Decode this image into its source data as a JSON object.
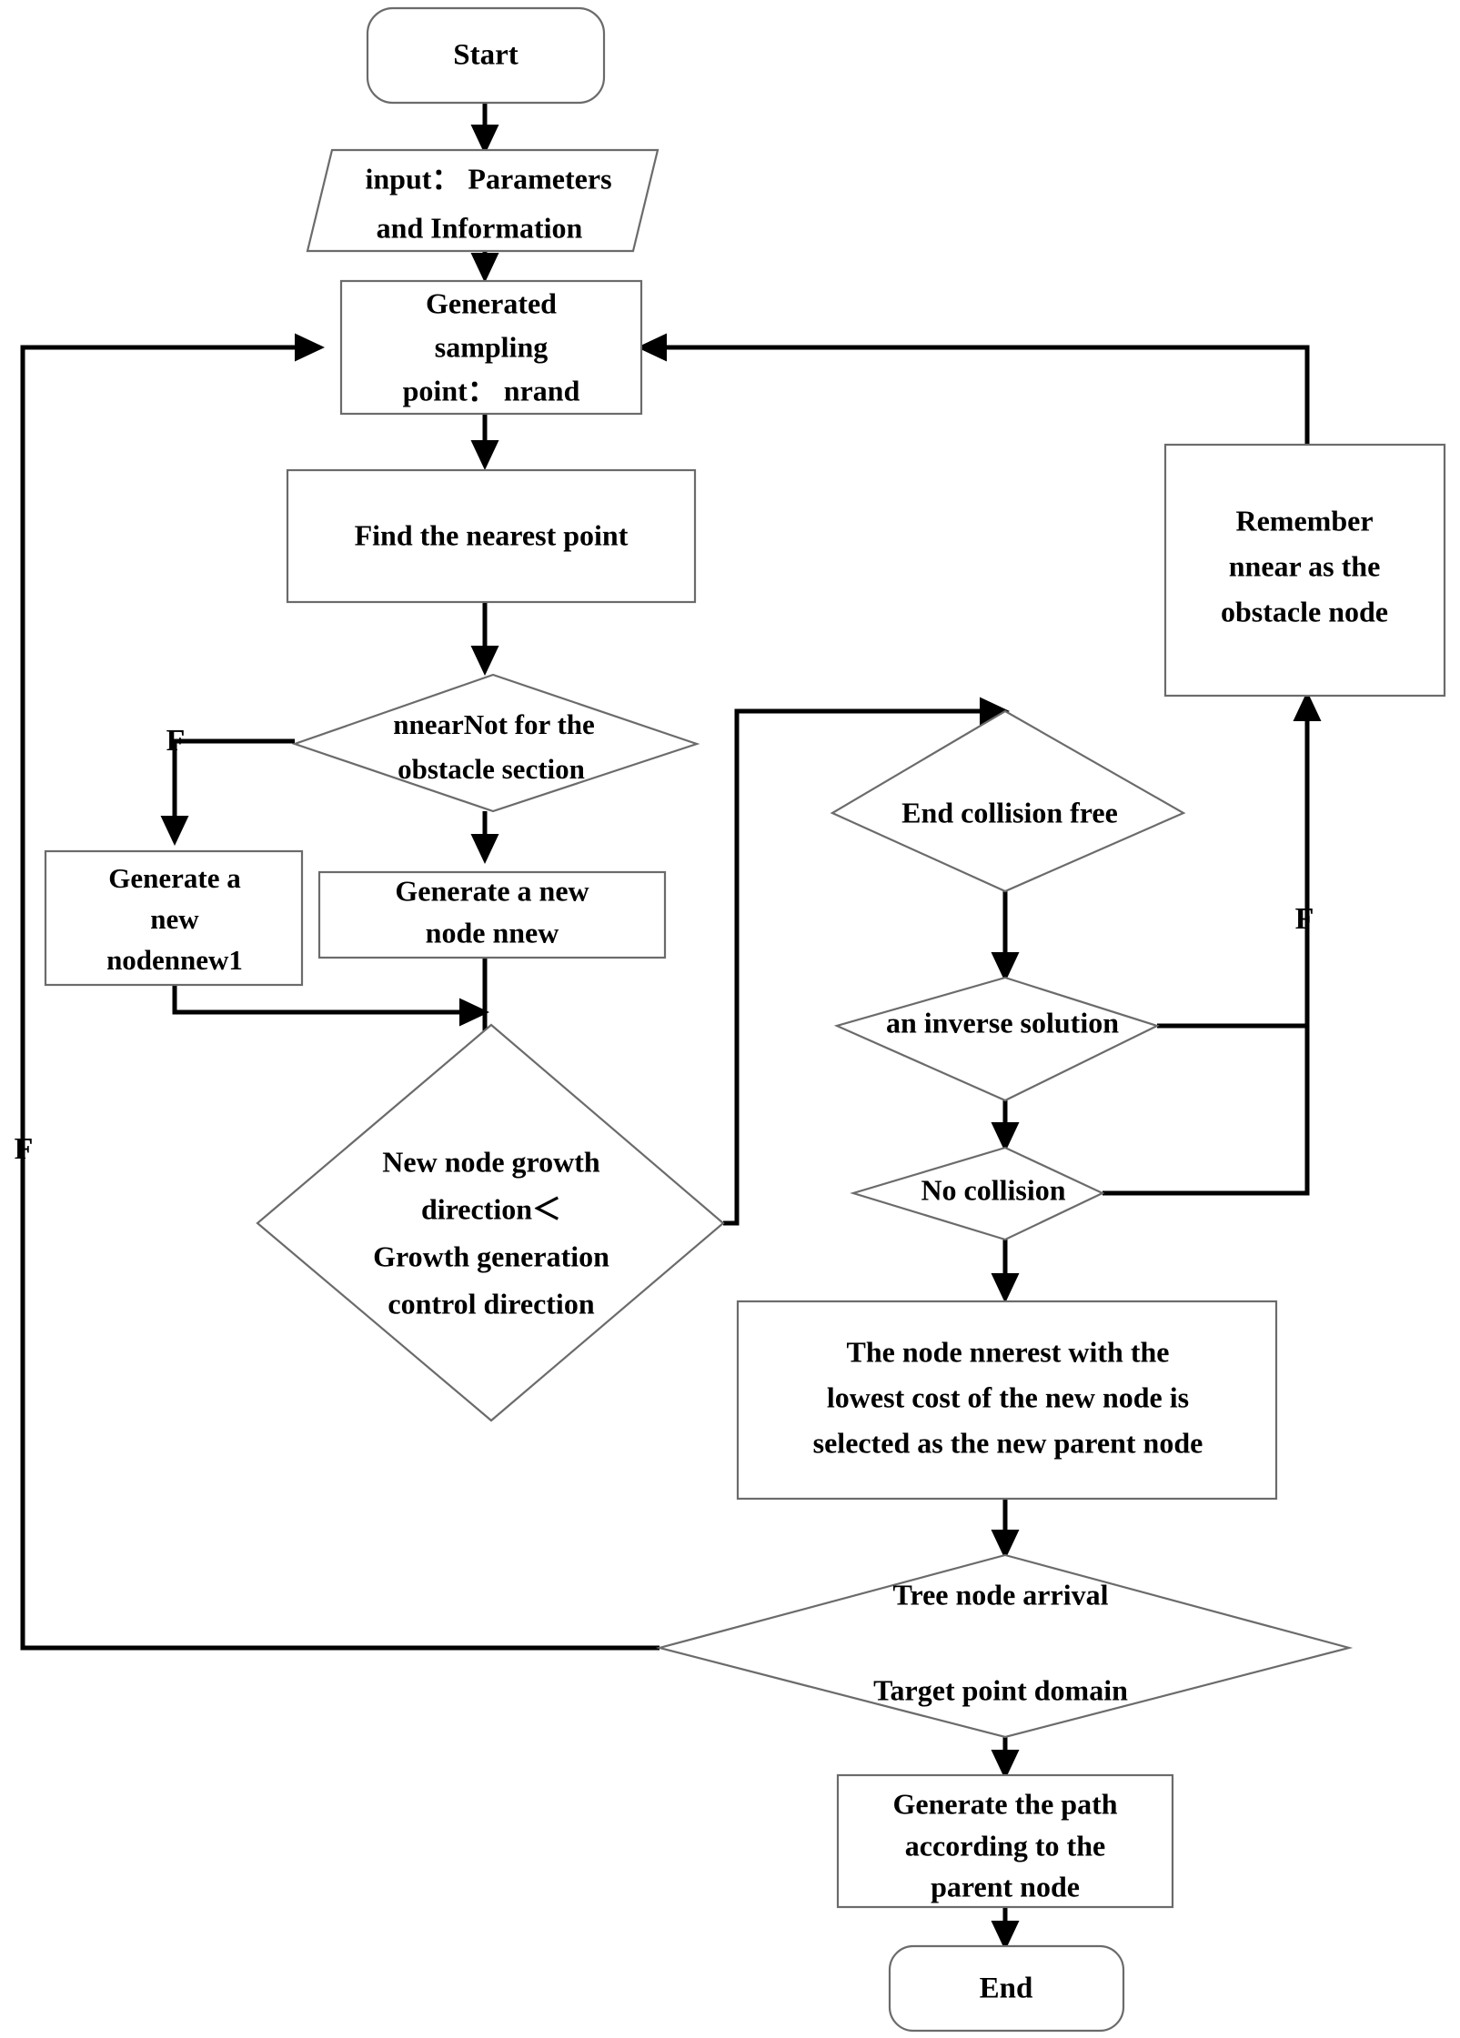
{
  "diagram": {
    "title": "RRT path planning algorithm flowchart",
    "type": "flowchart",
    "colors": {
      "background": "#ffffff",
      "shape_stroke": "#6b6b6b",
      "connector": "#000000",
      "text": "#000000"
    },
    "nodes": {
      "start": {
        "shape": "rounded-rectangle",
        "label": "Start"
      },
      "input": {
        "shape": "parallelogram",
        "line1": "input： Parameters",
        "line2": "and Information"
      },
      "sampling": {
        "shape": "rectangle",
        "line1": "Generated",
        "line2": "sampling",
        "line3": "point： nrand"
      },
      "nearest": {
        "shape": "rectangle",
        "label": "Find the nearest point"
      },
      "obstacle_check": {
        "shape": "diamond",
        "line1": "nnearNot for the",
        "line2": "obstacle section"
      },
      "gen_new1": {
        "shape": "rectangle",
        "line1": "Generate a",
        "line2": "new",
        "line3": "nodennew1"
      },
      "gen_nnew": {
        "shape": "rectangle",
        "line1": "Generate a new",
        "line2": "node nnew"
      },
      "growth_dir": {
        "shape": "diamond",
        "line1": "New node growth",
        "line2": "direction＜",
        "line3": "Growth generation",
        "line4": "control direction"
      },
      "end_collision_free": {
        "shape": "diamond",
        "label": "End collision free"
      },
      "inverse_solution": {
        "shape": "diamond",
        "label": "an inverse solution"
      },
      "no_collision": {
        "shape": "diamond",
        "label": "No collision"
      },
      "remember_obstacle": {
        "shape": "rectangle",
        "line1": "Remember",
        "line2": "nnear as the",
        "line3": "obstacle node"
      },
      "lowest_cost": {
        "shape": "rectangle",
        "line1": "The node nnerest with the",
        "line2": "lowest cost of the new node is",
        "line3": "selected as the new parent node"
      },
      "target_domain": {
        "shape": "diamond",
        "line1": "Tree node arrival",
        "line2": "Target point domain"
      },
      "gen_path": {
        "shape": "rectangle",
        "line1": "Generate the path",
        "line2": "according to the",
        "line3": "parent node"
      },
      "end": {
        "shape": "rounded-rectangle",
        "label": "End"
      }
    },
    "branch_labels": {
      "obstacle_false": "F",
      "loop_false": "F",
      "inverse_false": "F"
    }
  }
}
